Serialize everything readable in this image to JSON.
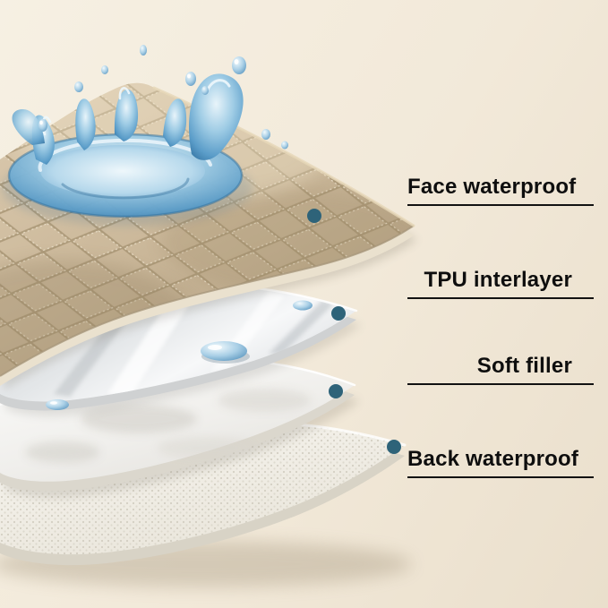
{
  "background": {
    "gradient_start": "#f6f0e3",
    "gradient_end": "#eadfcc"
  },
  "annotations": {
    "dot_color": "#2e6379",
    "text_color": "#0e0e0e",
    "line_color": "#121212",
    "items": [
      {
        "id": "face-waterproof",
        "label": "Face waterproof"
      },
      {
        "id": "tpu-interlayer",
        "label": "TPU interlayer"
      },
      {
        "id": "soft-filler",
        "label": "Soft filler"
      },
      {
        "id": "back-waterproof",
        "label": "Back waterproof"
      }
    ]
  },
  "layers": [
    {
      "name": "face-waterproof-layer",
      "base_color": "#cbb89a"
    },
    {
      "name": "tpu-interlayer-layer",
      "base_color": "#e8eaec"
    },
    {
      "name": "soft-filler-layer",
      "base_color": "#f0efec"
    },
    {
      "name": "back-waterproof-layer",
      "base_color": "#efebe0"
    }
  ],
  "splash": {
    "water_color": "#5b9dc9"
  }
}
